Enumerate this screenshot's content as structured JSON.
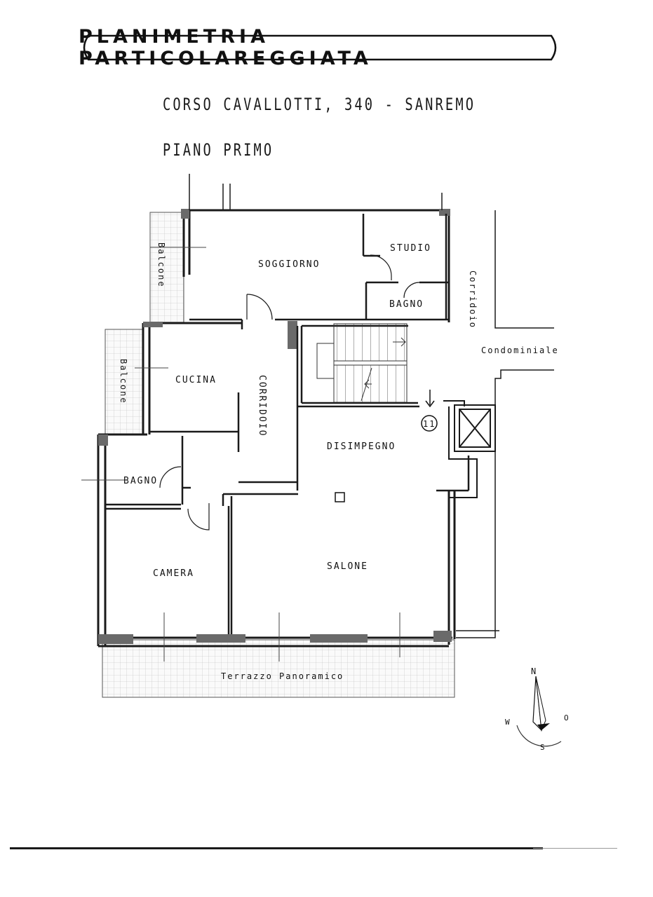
{
  "header": {
    "title": "PLANIMETRIA PARTICOLAREGGIATA",
    "address": "CORSO CAVALLOTTI, 340 - SANREMO",
    "floor": "PIANO PRIMO"
  },
  "rooms": {
    "soggiorno": "SOGGIORNO",
    "studio": "STUDIO",
    "bagno_top": "BAGNO",
    "cucina": "CUCINA",
    "corridoio": "CORRIDOIO",
    "disimpegno": "DISIMPEGNO",
    "bagno_left": "BAGNO",
    "camera": "CAMERA",
    "salone": "SALONE",
    "balcone_top": "Balcone",
    "balcone_left": "Balcone",
    "corridoio_condominiale_a": "Corridoio",
    "corridoio_condominiale_b": "Condominiale",
    "terrazzo": "Terrazzo Panoramico",
    "stair_number": "11"
  },
  "compass": {
    "north": "N",
    "east": "O",
    "south": "S",
    "west": "W"
  }
}
